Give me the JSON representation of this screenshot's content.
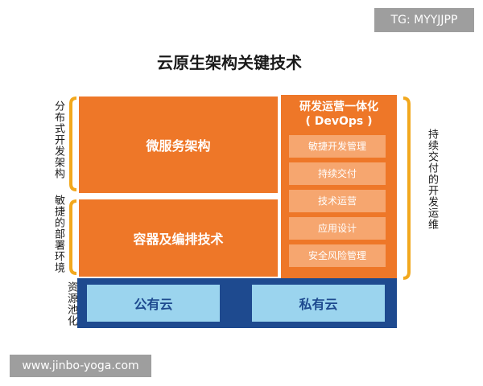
{
  "watermark_top": "TG: MYYJJPP",
  "watermark_bottom": "www.jinbo-yoga.com",
  "title": "云原生架构关键技术",
  "left_labels": {
    "distributed": "分布式开发架构",
    "agile": "敏捷的部署环境",
    "pooling": "资源池化"
  },
  "right_label": "持续交付的开发运维",
  "blocks": {
    "microservice": "微服务架构",
    "container": "容器及编排技术"
  },
  "devops": {
    "title_line1": "研发运营一体化",
    "title_line2": "( DevOps )",
    "items": [
      "敏捷开发管理",
      "持续交付",
      "技术运营",
      "应用设计",
      "安全风险管理"
    ]
  },
  "clouds": {
    "public": "公有云",
    "private": "私有云"
  },
  "colors": {
    "orange": "#ee7728",
    "orange_light": "#f6a66f",
    "navy": "#1e4a8f",
    "sky": "#9bd4ee",
    "bracket": "#f2a81d"
  }
}
